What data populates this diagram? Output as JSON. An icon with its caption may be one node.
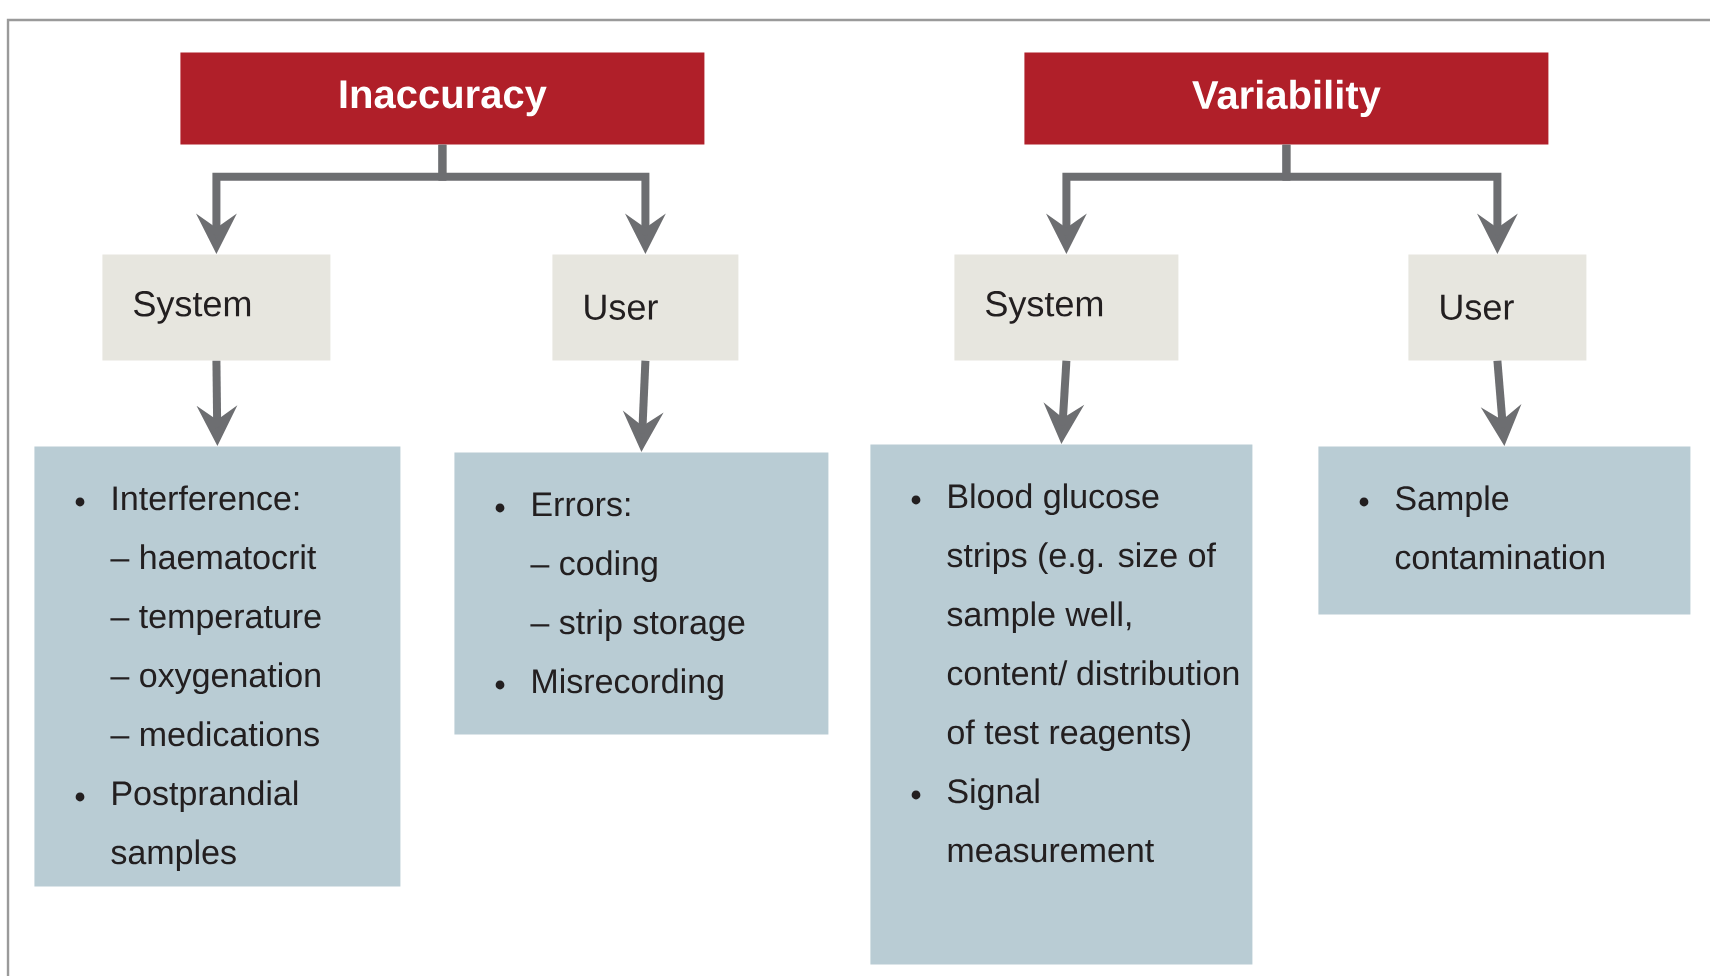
{
  "diagram": {
    "nodes": [
      {
        "text": [
          "Inaccuracy"
        ]
      },
      {
        "text": [
          "System"
        ]
      },
      {
        "text": [
          "User"
        ]
      },
      {
        "text": [
          "Interference:",
          "– haematocrit",
          "– temperature",
          "– oxygenation",
          "– medications",
          "Postprandial samples"
        ]
      },
      {
        "text": [
          "Errors:",
          "– coding",
          "– strip storage",
          "Misrecording"
        ]
      },
      {
        "text": [
          "Variability"
        ]
      },
      {
        "text": [
          "System"
        ]
      },
      {
        "text": [
          "User"
        ]
      },
      {
        "text": [
          "Blood glucose strips (e.g. size of sample well, content/ distribution of test reagents)",
          "Signal measurement"
        ]
      },
      {
        "text": [
          "Sample contamination"
        ]
      }
    ],
    "edges": [
      {
        "from": 0,
        "to": 1,
        "arrow": "to"
      },
      {
        "from": 0,
        "to": 2,
        "arrow": "to"
      },
      {
        "from": 1,
        "to": 3,
        "arrow": "to"
      },
      {
        "from": 2,
        "to": 4,
        "arrow": "to"
      },
      {
        "from": 5,
        "to": 6,
        "arrow": "to"
      },
      {
        "from": 5,
        "to": 7,
        "arrow": "to"
      },
      {
        "from": 6,
        "to": 8,
        "arrow": "to"
      },
      {
        "from": 7,
        "to": 9,
        "arrow": "to"
      }
    ]
  }
}
